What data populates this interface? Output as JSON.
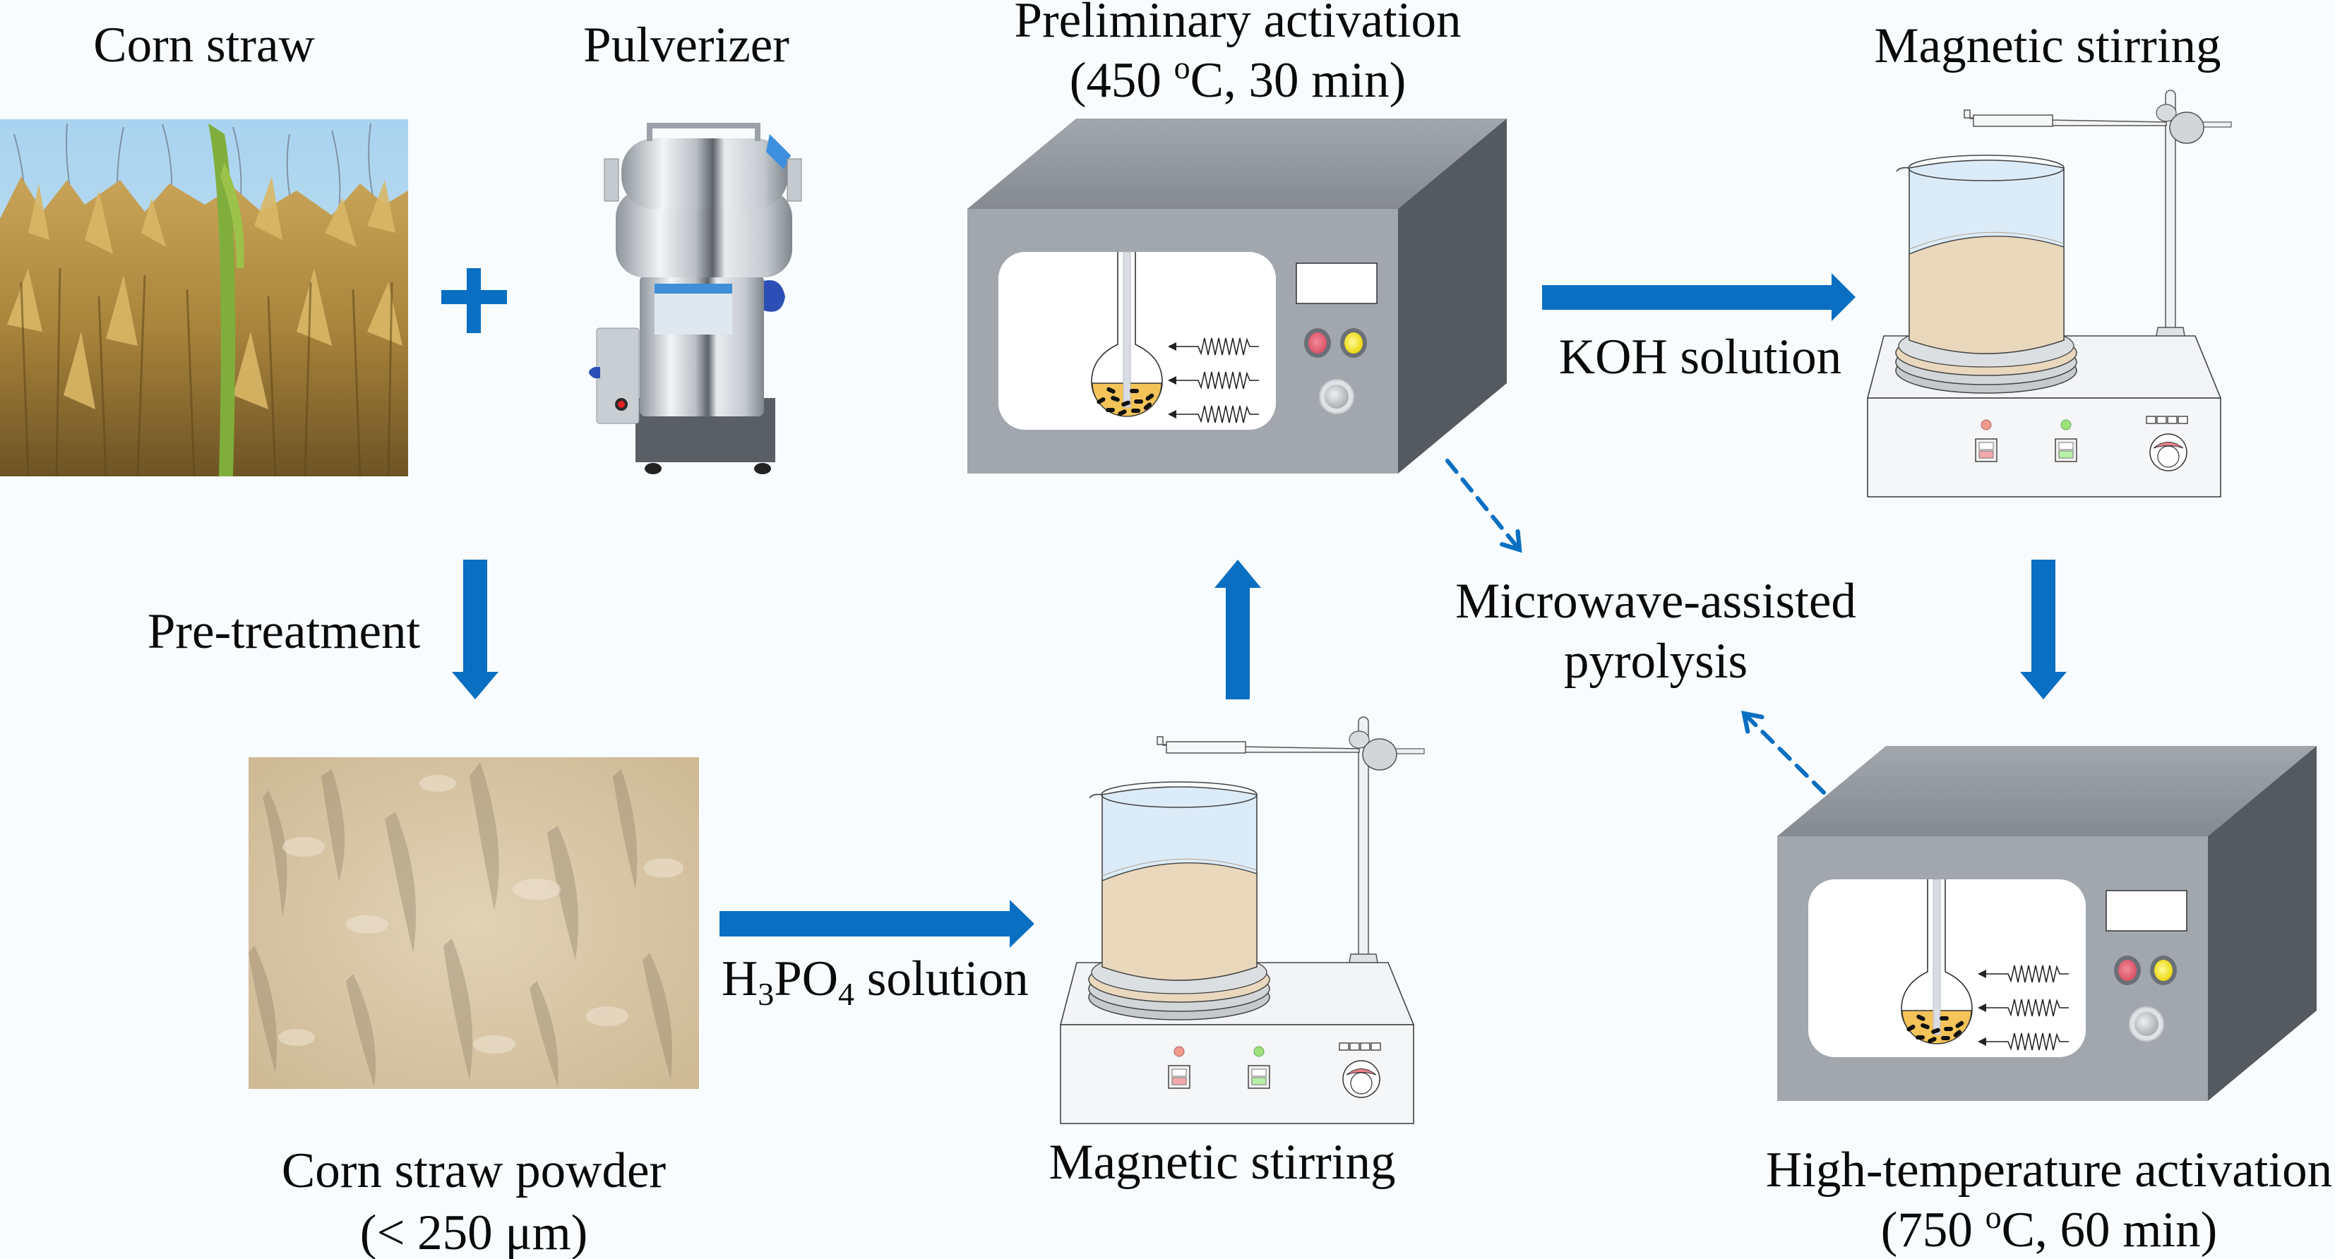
{
  "colors": {
    "background": "#f8fcfe",
    "arrow_blue": "#0a6fc2",
    "furnace_front": "#a2a7ae",
    "furnace_top": "#8e939a",
    "furnace_side": "#555a61",
    "liquid_beige": "#ead8bd",
    "flask_liquid": "#f4c459"
  },
  "labels": {
    "corn_straw": "Corn straw",
    "pulverizer": "Pulverizer",
    "preliminary_title": "Preliminary activation",
    "preliminary_cond_a": "(450 ",
    "preliminary_cond_sup": "o",
    "preliminary_cond_b": "C, 30 min)",
    "magnetic_stirring_top": "Magnetic stirring",
    "koh_solution": "KOH solution",
    "pretreatment": "Pre-treatment",
    "microwave_1": "Microwave-assisted",
    "microwave_2": "pyrolysis",
    "h3po4_h": "H",
    "h3po4_3": "3",
    "h3po4_po": "PO",
    "h3po4_4": "4",
    "h3po4_rest": " solution",
    "corn_straw_powder": "Corn straw powder",
    "powder_size": "(< 250 μm)",
    "magnetic_stirring_bottom": "Magnetic stirring",
    "high_temp_title": "High-temperature activation",
    "high_temp_cond_a": "(750 ",
    "high_temp_cond_sup": "o",
    "high_temp_cond_b": "C, 60 min)"
  },
  "icons": {
    "plus": "plus-icon",
    "flow_arrow": "solid-arrow",
    "dashed_arrow": "dashed-arrow"
  }
}
